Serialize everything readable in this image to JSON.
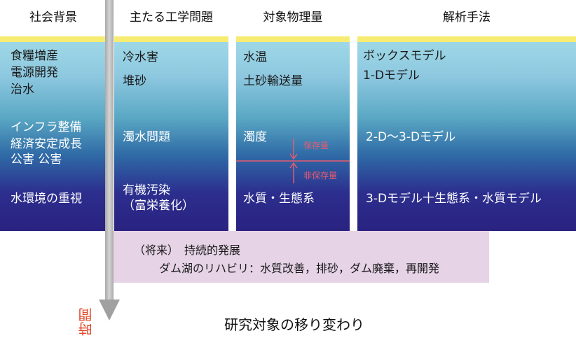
{
  "columns": [
    {
      "header": "社会背景"
    },
    {
      "header": "主たる工学問題"
    },
    {
      "header": "対象物理量"
    },
    {
      "header": "解析手法"
    }
  ],
  "society": {
    "row1": [
      "食糧増産",
      "電源開発",
      "治水"
    ],
    "row2": [
      "インフラ整備",
      "経済安定成長",
      "公害 公害"
    ],
    "row3": "水環境の重視"
  },
  "engineering": {
    "row1a": "冷水害",
    "row1b": "堆砂",
    "row2": "濁水問題",
    "row3a": "有機汚染",
    "row3b": "（富栄養化）"
  },
  "physics": {
    "row1a": "水温",
    "row1b": "土砂輸送量",
    "row2": "濁度",
    "row3": "水質・生態系",
    "conserved": "保存量",
    "nonconserved": "非保存量"
  },
  "methods": {
    "row1a": "ボックスモデル",
    "row1b": "1-Dモデル",
    "row2": "2-D〜3-Dモデル",
    "row3": "3-Dモデル十生態系・水質モデル"
  },
  "future": {
    "line1": "（将来）　持続的発展",
    "line2": "ダム湖のリハビリ：水質改善，排砂，ダム廃棄，再開発"
  },
  "time_label": "時間",
  "caption": "研究対象の移り変わり",
  "colors": {
    "header_band": "#f7ec72",
    "future_box": "#e6d3e6",
    "time_label": "#e04a2a",
    "marker": "#e85a70"
  }
}
